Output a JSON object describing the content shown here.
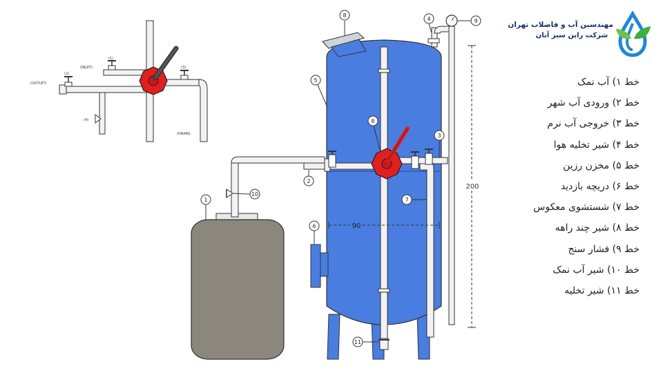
{
  "brand": {
    "line1": "مهندسین آب و فاضلاب تهران",
    "line2": "شرکت راین سبز آبان"
  },
  "colors": {
    "tank": "#4a7de0",
    "brine_tank": "#8c877c",
    "valve": "#e01f1f",
    "pipe": "#f2f2f2"
  },
  "legend": [
    {
      "text": "خط ۱) آب نمک"
    },
    {
      "text": "خط ۲) ورودی آب شهر"
    },
    {
      "text": "خط ۳) خروجی آب نرم"
    },
    {
      "text": "خط ۴) شیر تخلیه هوا"
    },
    {
      "text": "خط ۵) مخزن رزین"
    },
    {
      "text": "خط ۶) دریچه بازدید"
    },
    {
      "text": "خط ۷) شستشوی معکوس"
    },
    {
      "text": "خط ۸) شیر چند راهه"
    },
    {
      "text": "خط ۹) فشار سنج"
    },
    {
      "text": "خط ۱۰) شیر آب نمک"
    },
    {
      "text": "خط ۱۱) شیر تخلیه"
    }
  ],
  "callouts": {
    "c1": "1",
    "c2": "2",
    "c3": "3",
    "c4": "4",
    "c5": "5",
    "c6": "6",
    "c7": "7",
    "c8": "8",
    "c9": "9",
    "c10": "10",
    "c11": "11"
  },
  "dimensions": {
    "height": "200",
    "width": "90"
  },
  "inset": {
    "outlet": "(OUTLET)",
    "inlet": "(INLET)",
    "drain": "(DRAIN)",
    "n1": "(1)",
    "n2": "(2)",
    "n3": "(3)",
    "n4": "(4)"
  }
}
